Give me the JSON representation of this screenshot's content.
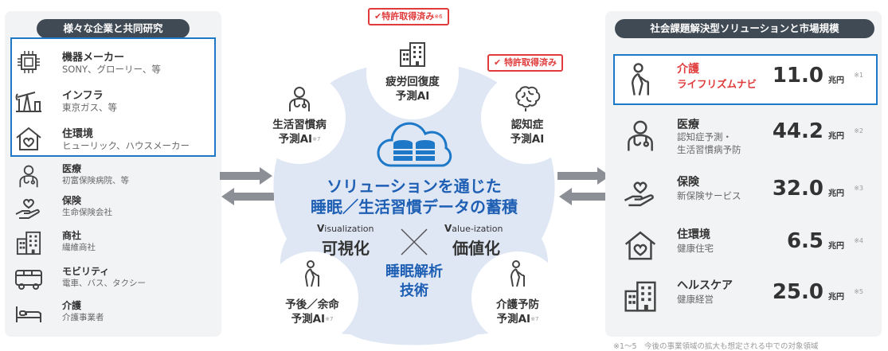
{
  "left": {
    "title": "様々な企業と共同研究",
    "items": [
      {
        "name": "機器メーカー",
        "sub": "SONY、グローリー、等",
        "icon": "chip-icon"
      },
      {
        "name": "インフラ",
        "sub": "東京ガス、等",
        "icon": "pump-jack-icon"
      },
      {
        "name": "住環境",
        "sub": "ヒューリック、ハウスメーカー",
        "icon": "house-heart-icon"
      },
      {
        "name": "医療",
        "sub": "初富保険病院、等",
        "icon": "doctor-icon"
      },
      {
        "name": "保険",
        "sub": "生命保険会社",
        "icon": "hand-heart-icon"
      },
      {
        "name": "商社",
        "sub": "繊維商社",
        "icon": "building-icon"
      },
      {
        "name": "モビリティ",
        "sub": "電車、バス、タクシー",
        "icon": "bus-icon"
      },
      {
        "name": "介護",
        "sub": "介護事業者",
        "icon": "bed-icon"
      }
    ]
  },
  "center": {
    "bubbles": [
      {
        "label1": "疲労回復度",
        "label2": "予測AI",
        "note": "",
        "icon": "building-icon"
      },
      {
        "label1": "認知症",
        "label2": "予測AI",
        "note": "",
        "icon": "brain-icon"
      },
      {
        "label1": "生活習慣病",
        "label2": "予測AI",
        "note": "※7",
        "icon": "doctor-icon"
      },
      {
        "label1": "予後／余命",
        "label2": "予測AI",
        "note": "※7",
        "icon": "elderly-cane-icon"
      },
      {
        "label1": "介護予防",
        "label2": "予測AI",
        "note": "※7",
        "icon": "elderly-cane-icon"
      }
    ],
    "patent1": {
      "text": "特許取得済み",
      "note": "※6"
    },
    "patent2": {
      "text": "特許取得済み"
    },
    "title1": "ソリューションを通じた",
    "title2": "睡眠／生活習慣データの蓄積",
    "vis_small_initial": "V",
    "vis_small_rest": "isualization",
    "vis_big": "可視化",
    "val_small_initial": "V",
    "val_small_rest": "alue-ization",
    "val_big": "価値化",
    "analysis1": "睡眠解析",
    "analysis2": "技術",
    "colors": {
      "accent_blue": "#1e5fb4",
      "cloud": "#dfe7f5",
      "patent_red": "#e03a3a",
      "highlight_blue": "#1e78c8"
    }
  },
  "right": {
    "title": "社会課題解決型ソリューションと市場規模",
    "items": [
      {
        "name": "介護",
        "sub1": "ライフリズムナビ",
        "sub2": "",
        "value": "11.0",
        "unit": "兆円",
        "note": "※1",
        "icon": "elderly-cane-icon",
        "highlight": true
      },
      {
        "name": "医療",
        "sub1": "認知症予測・",
        "sub2": "生活習慣病予防",
        "value": "44.2",
        "unit": "兆円",
        "note": "※2",
        "icon": "doctor-icon"
      },
      {
        "name": "保険",
        "sub1": "新保険サービス",
        "sub2": "",
        "value": "32.0",
        "unit": "兆円",
        "note": "※3",
        "icon": "hand-heart-icon"
      },
      {
        "name": "住環境",
        "sub1": "健康住宅",
        "sub2": "",
        "value": "6.5",
        "unit": "兆円",
        "note": "※4",
        "icon": "house-heart-icon"
      },
      {
        "name": "ヘルスケア",
        "sub1": "健康経営",
        "sub2": "",
        "value": "25.0",
        "unit": "兆円",
        "note": "※5",
        "icon": "building-icon"
      }
    ],
    "footnote": "※1～5　今後の事業領域の拡大も想定される中での対象領域"
  }
}
